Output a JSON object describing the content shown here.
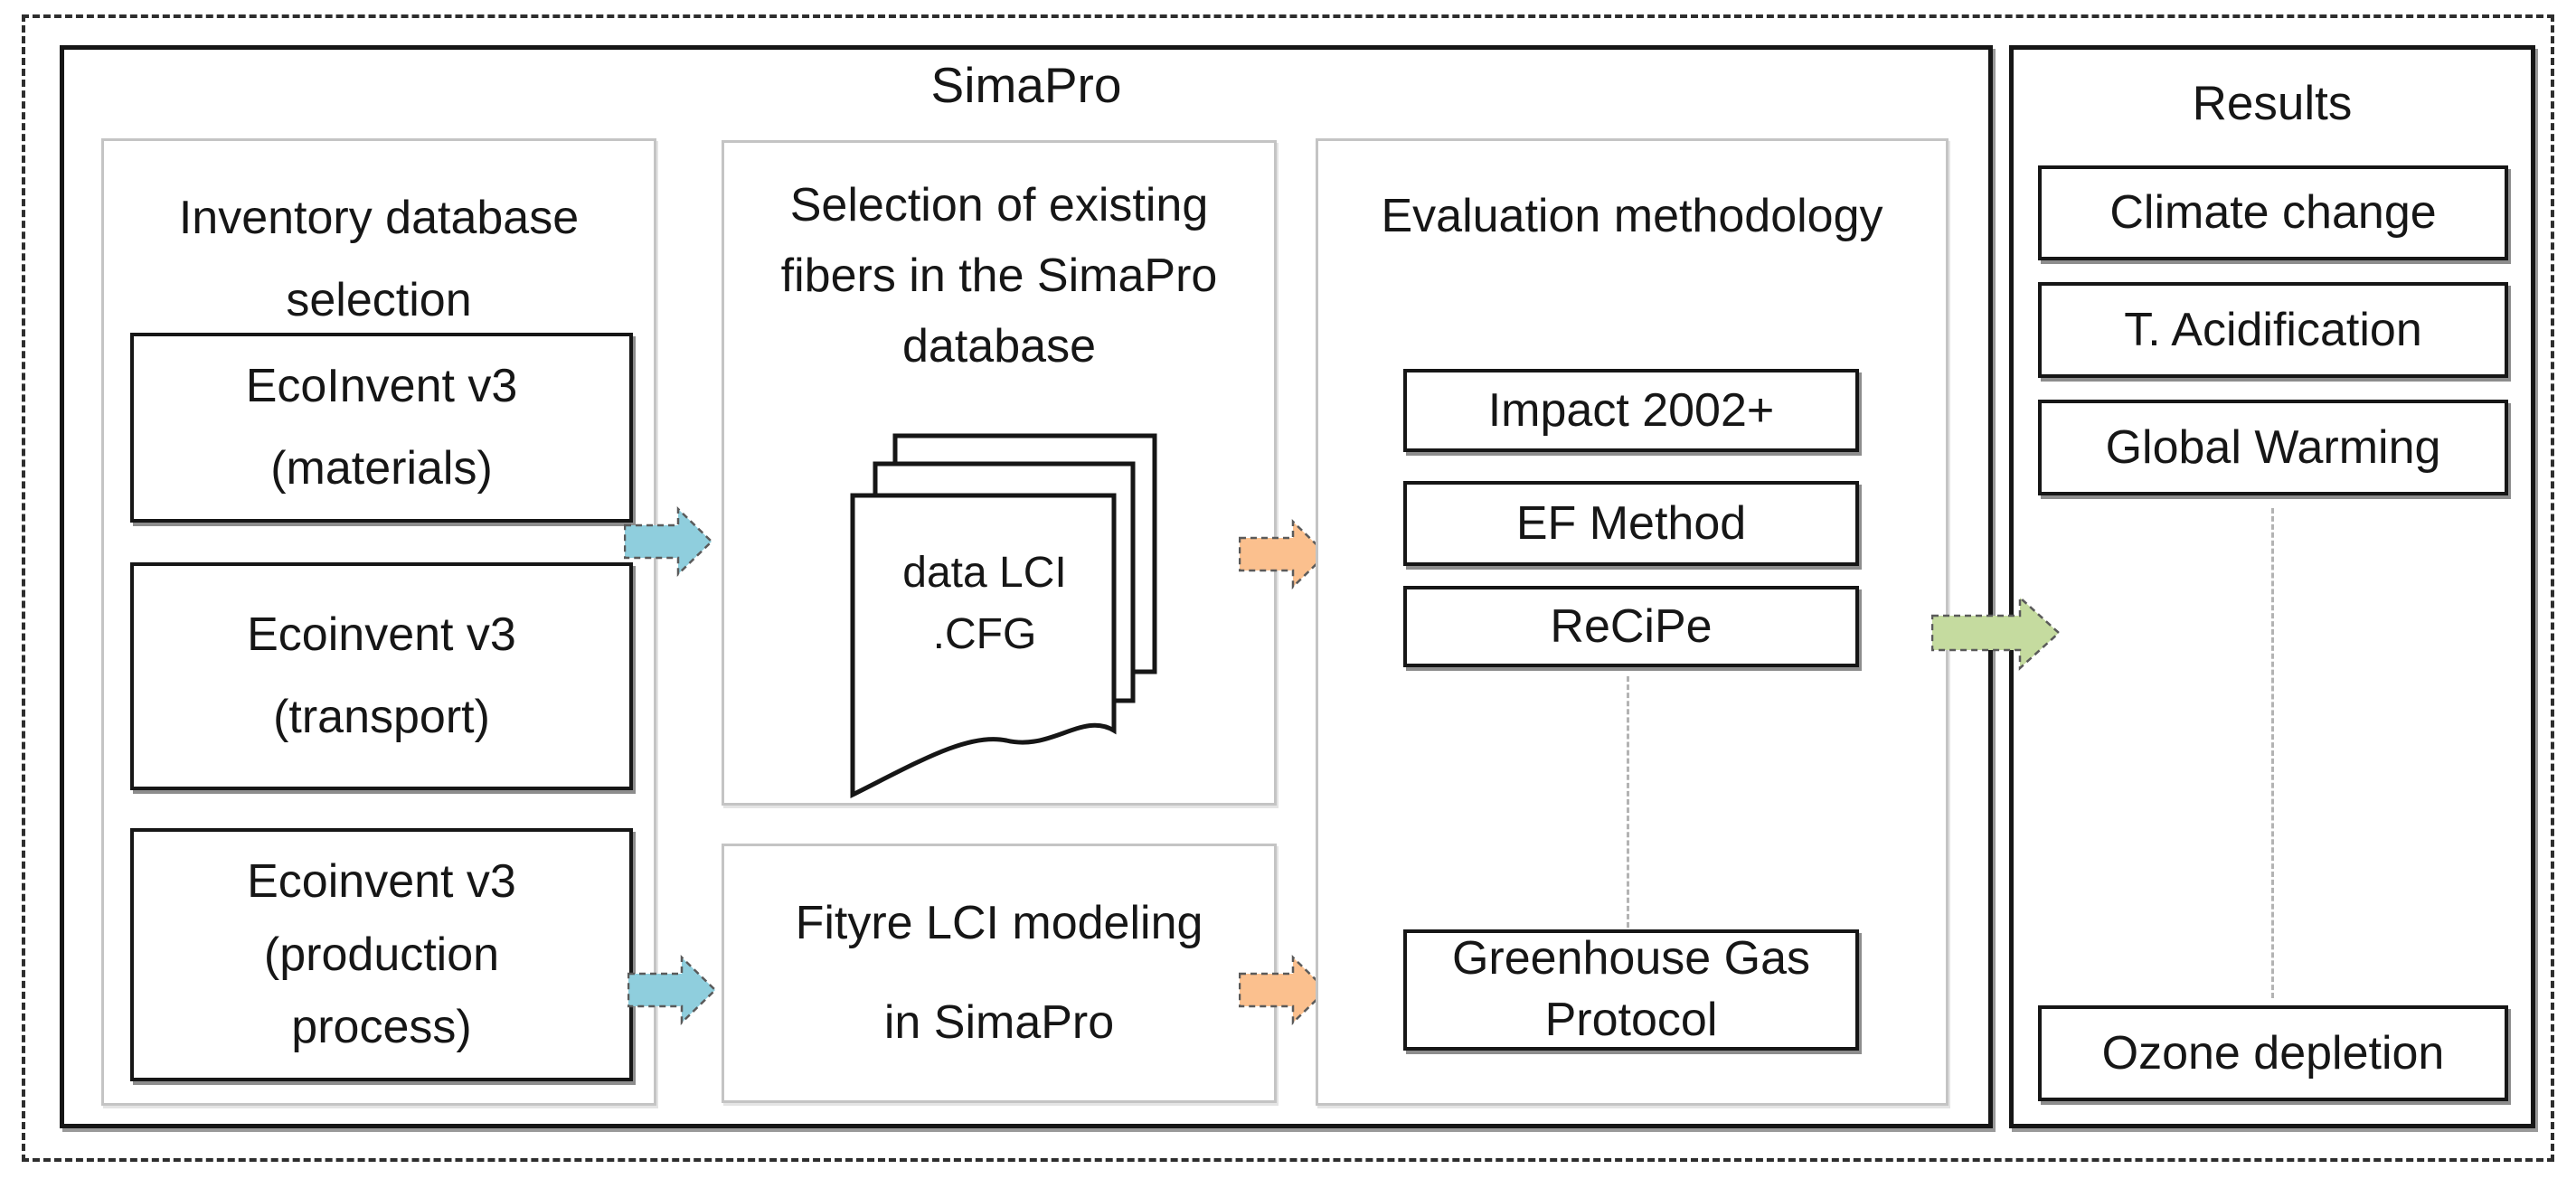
{
  "simapro": {
    "title": "SimaPro",
    "inventory": {
      "header": [
        "Inventory database",
        "selection"
      ],
      "box1": [
        "EcoInvent v3",
        "(materials)"
      ],
      "box2": [
        "Ecoinvent v3",
        "(transport)"
      ],
      "box3": [
        "Ecoinvent v3",
        "(production",
        "process)"
      ]
    },
    "selection": {
      "header": [
        "Selection of existing",
        "fibers in the SimaPro",
        "database"
      ],
      "document": [
        "data LCI",
        ".CFG"
      ]
    },
    "fityre": [
      "Fityre LCI modeling",
      "in SimaPro"
    ],
    "evaluation": {
      "header": "Evaluation methodology",
      "methods": [
        "Impact 2002+",
        "EF Method",
        "ReCiPe"
      ],
      "ghg": [
        "Greenhouse Gas",
        "Protocol"
      ]
    }
  },
  "results": {
    "title": "Results",
    "boxes": [
      "Climate change",
      "T. Acidification",
      "Global Warming"
    ],
    "bottom_box": "Ozone depletion"
  },
  "colors": {
    "arrow_blue": "#8FCEDD",
    "arrow_orange": "#FBC08E",
    "arrow_green": "#C5DB9F",
    "arrow_stroke": "#5a5a5a"
  }
}
